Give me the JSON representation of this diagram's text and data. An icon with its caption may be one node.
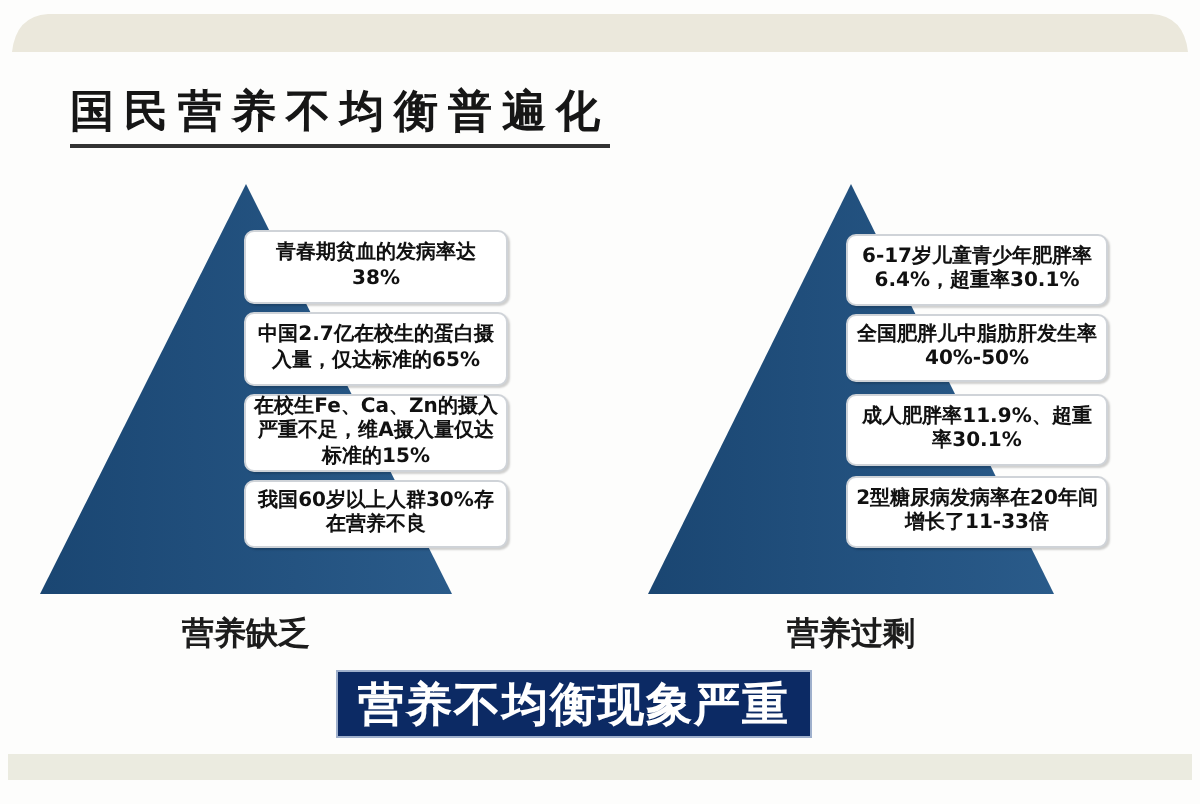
{
  "diagram": {
    "title": "国民营养不均衡普遍化",
    "nodes": [
      {
        "text": [
          "营养缺乏"
        ]
      },
      {
        "text": [
          "青春期贫血的发病率达38%"
        ]
      },
      {
        "text": [
          "中国2.7亿在校生的蛋白摄入量，仅达标准的65%"
        ]
      },
      {
        "text": [
          "在校生Fe、Ca、Zn的摄入严重不足，维A摄入量仅达标准的15%"
        ]
      },
      {
        "text": [
          "我国60岁以上人群30%存在营养不良"
        ]
      },
      {
        "text": [
          "营养过剩"
        ]
      },
      {
        "text": [
          "6-17岁儿童青少年肥胖率6.4%，超重率30.1%"
        ]
      },
      {
        "text": [
          "全国肥胖儿中脂肪肝发生率40%-50%"
        ]
      },
      {
        "text": [
          "成人肥胖率11.9%、超重率30.1%"
        ]
      },
      {
        "text": [
          "2型糖尿病发病率在20年间增长了11-33倍"
        ]
      },
      {
        "text": [
          "营养不均衡现象严重"
        ]
      }
    ]
  }
}
